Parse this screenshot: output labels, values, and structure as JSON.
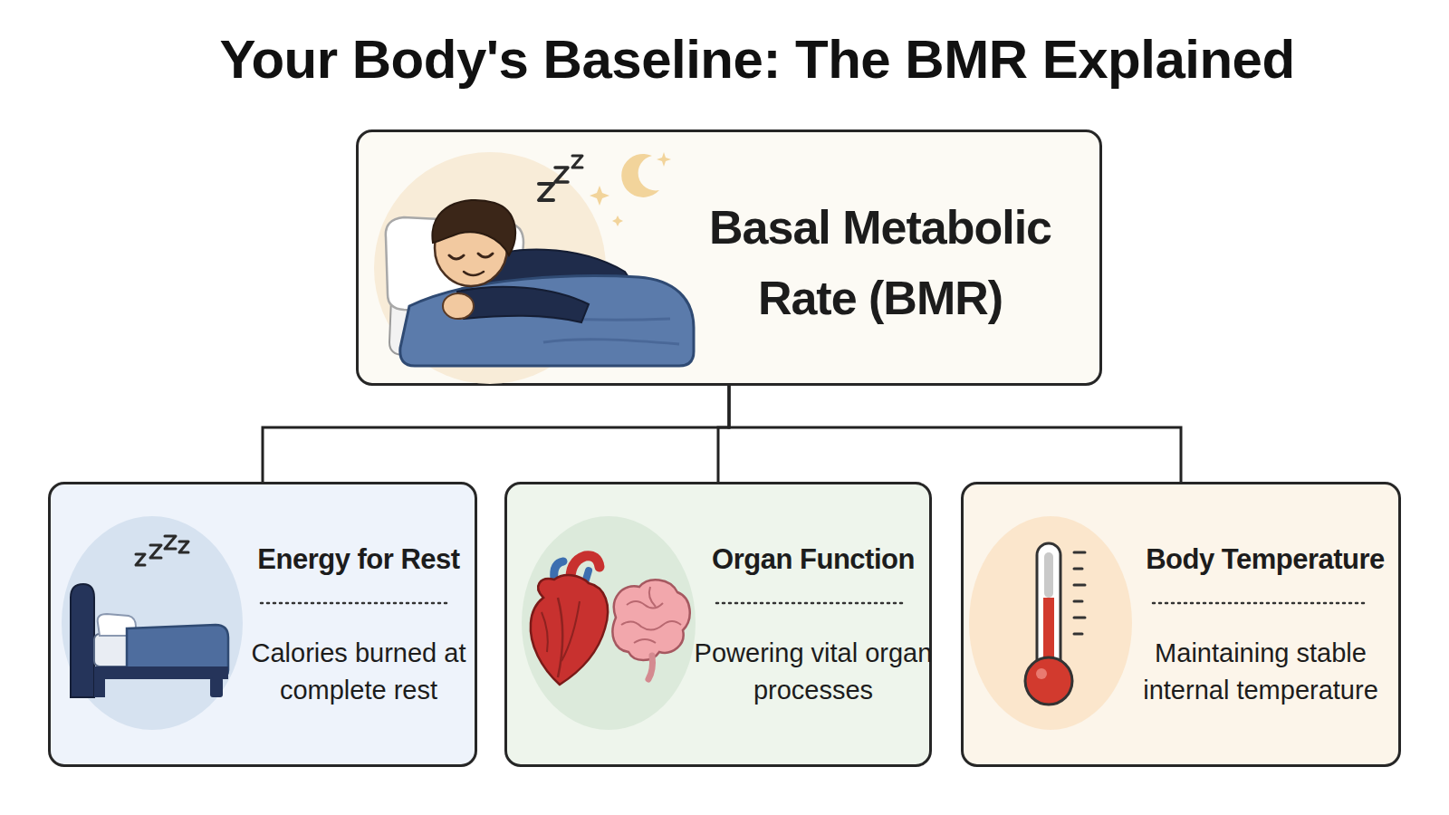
{
  "diagram": {
    "title": "Your Body's Baseline: The BMR Explained",
    "nodes": [
      {
        "text": [
          "Basal Metabolic Rate (BMR)"
        ]
      },
      {
        "text": [
          "Energy for Rest",
          "Calories burned at complete rest"
        ]
      },
      {
        "text": [
          "Organ Function",
          "Powering vital organ processes"
        ]
      },
      {
        "text": [
          "Body Temperature",
          "Maintaining stable internal temperature"
        ]
      }
    ],
    "edges": [
      {
        "from": 0,
        "to": 1,
        "arrow": "none"
      },
      {
        "from": 0,
        "to": 2,
        "arrow": "none"
      },
      {
        "from": 0,
        "to": 3,
        "arrow": "none"
      }
    ]
  }
}
